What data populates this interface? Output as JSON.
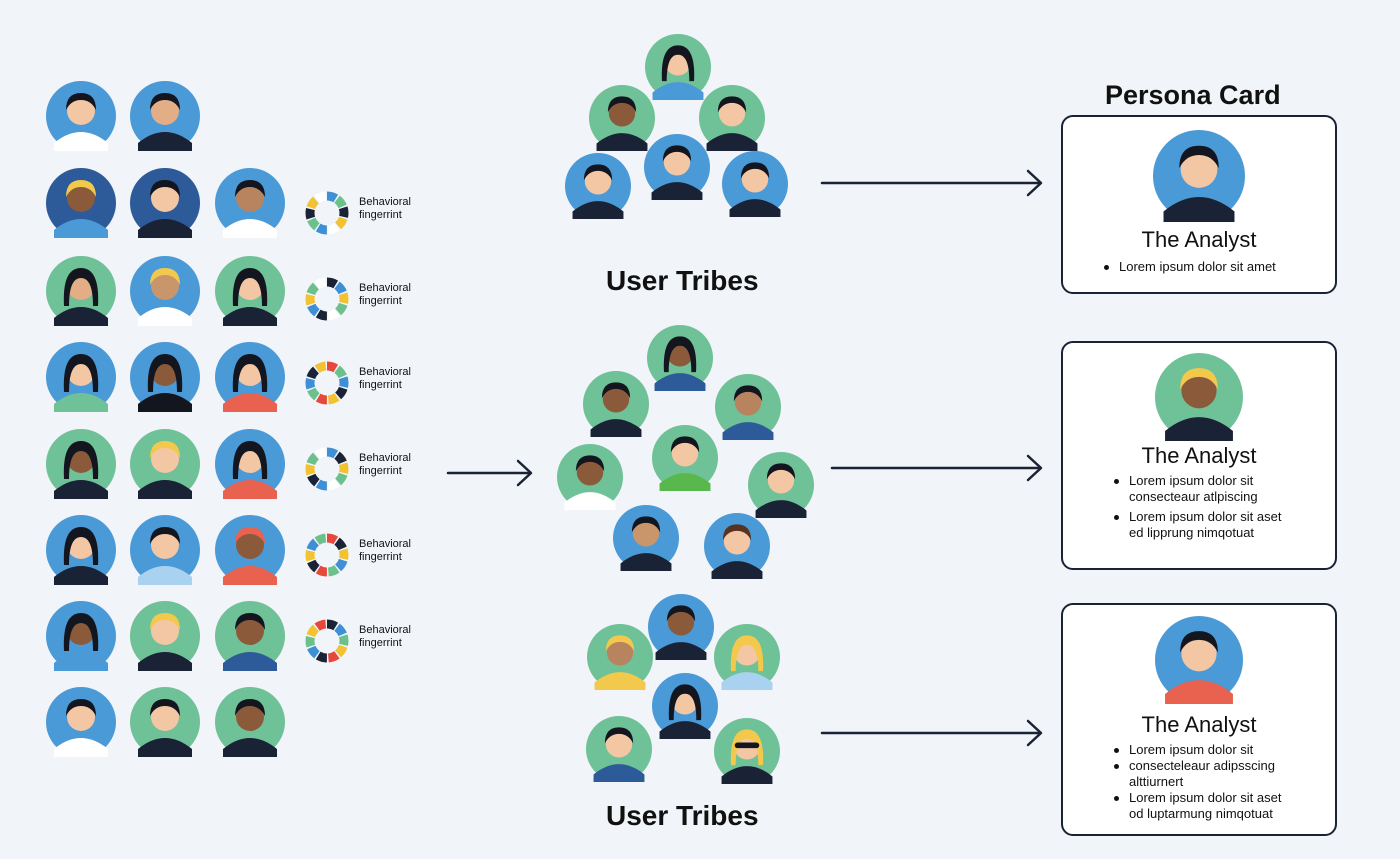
{
  "fingerprint_label": [
    "Behavioral",
    "fingerrint"
  ],
  "fingerprint_palettes": [
    [
      "#3f8fd6",
      "#6cc08b",
      "#1a2236",
      "#f2c230",
      "#ffffff"
    ],
    [
      "#1a2236",
      "#3f8fd6",
      "#f2c230",
      "#6cc08b",
      "#ffffff"
    ],
    [
      "#e8483b",
      "#6cc08b",
      "#3f8fd6",
      "#1a2236",
      "#f2c230"
    ],
    [
      "#3f8fd6",
      "#1a2236",
      "#f2c230",
      "#6cc08b",
      "#ffffff"
    ],
    [
      "#e8483b",
      "#1a2236",
      "#f2c230",
      "#3f8fd6",
      "#6cc08b"
    ],
    [
      "#1a2236",
      "#3f8fd6",
      "#6cc08b",
      "#f2c230",
      "#e8483b"
    ]
  ],
  "tribes": {
    "title_top": "User Tribes",
    "title_bottom": "User Tribes"
  },
  "persona": {
    "heading": "Persona Card",
    "cards": [
      {
        "name": "The Analyst",
        "bullets": [
          [
            "Lorem ipsum dolor sit amet"
          ]
        ]
      },
      {
        "name": "The Analyst",
        "bullets": [
          [
            "Lorem ipsum dolor sit",
            "consecteaur atlpiscing"
          ],
          [
            "Lorem ipsum dolor sit aset",
            "ed lipprung nimqotuat"
          ]
        ]
      },
      {
        "name": "The Analyst",
        "bullets": [
          [
            "Lorem ipsum dolor sit"
          ],
          [
            "consecteleaur adipsscing",
            "alttiurnert"
          ],
          [
            "Lorem ipsum dolor sit aset",
            "od luptarmung nimqotuat"
          ]
        ]
      }
    ]
  },
  "colors": {
    "blue": "#4a9ad8",
    "green": "#6fc197",
    "navy": "#1a2236",
    "red": "#e8624f",
    "yellow": "#f2c94c",
    "background": "#f1f4f8"
  }
}
